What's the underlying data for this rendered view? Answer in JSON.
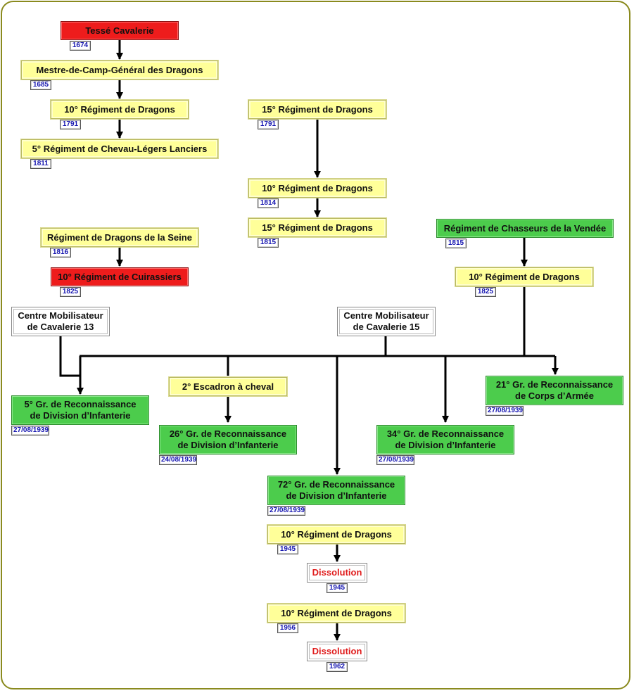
{
  "nodes": {
    "tesse": {
      "label": "Tessé Cavalerie",
      "date": "1674"
    },
    "mestre": {
      "label": "Mestre-de-Camp-Général des Dragons",
      "date": "1685"
    },
    "rd10_1791": {
      "label": "10° Régiment de Dragons",
      "date": "1791"
    },
    "chevau": {
      "label": "5° Régiment de Chevau-Légers Lanciers",
      "date": "1811"
    },
    "rd15_1791": {
      "label": "15° Régiment de Dragons",
      "date": "1791"
    },
    "rd10_1814": {
      "label": "10° Régiment de Dragons",
      "date": "1814"
    },
    "rd15_1815": {
      "label": "15° Régiment de Dragons",
      "date": "1815"
    },
    "seine": {
      "label": "Régiment de Dragons de la Seine",
      "date": "1816"
    },
    "cuir": {
      "label": "10° Régiment de Cuirassiers",
      "date": "1825"
    },
    "vendee": {
      "label": "Régiment de Chasseurs de la Vendée",
      "date": "1815"
    },
    "rd10_1825": {
      "label": "10° Régiment de Dragons",
      "date": "1825"
    },
    "cmc13": {
      "line1": "Centre Mobilisateur",
      "line2": "de Cavalerie 13"
    },
    "cmc15": {
      "line1": "Centre Mobilisateur",
      "line2": "de Cavalerie 15"
    },
    "esc2": {
      "label": "2° Escadron à cheval"
    },
    "gr5": {
      "line1": "5° Gr. de Reconnaissance",
      "line2": "de Division d’Infanterie",
      "date": "27/08/1939"
    },
    "gr26": {
      "line1": "26° Gr. de Reconnaissance",
      "line2": "de Division d’Infanterie",
      "date": "24/08/1939"
    },
    "gr34": {
      "line1": "34° Gr. de Reconnaissance",
      "line2": "de Division d’Infanterie",
      "date": "27/08/1939"
    },
    "gr21": {
      "line1": "21° Gr. de Reconnaissance",
      "line2": "de Corps d’Armée",
      "date": "27/08/1939"
    },
    "gr72": {
      "line1": "72° Gr. de Reconnaissance",
      "line2": "de Division d’Infanterie",
      "date": "27/08/1939"
    },
    "rd10_1945": {
      "label": "10° Régiment de Dragons",
      "date": "1945"
    },
    "diss_1945": {
      "label": "Dissolution",
      "date": "1945"
    },
    "rd10_1956": {
      "label": "10° Régiment de Dragons",
      "date": "1956"
    },
    "diss_1962": {
      "label": "Dissolution",
      "date": "1962"
    }
  },
  "colors": {
    "frame": "#8a8a1e",
    "yellow_fill": "#ffff99",
    "red_fill": "#ee1c1c",
    "green_fill": "#4ccc4c",
    "date_text": "#1515b0",
    "dissolution_text": "#e01c1c",
    "connector": "#000000"
  }
}
